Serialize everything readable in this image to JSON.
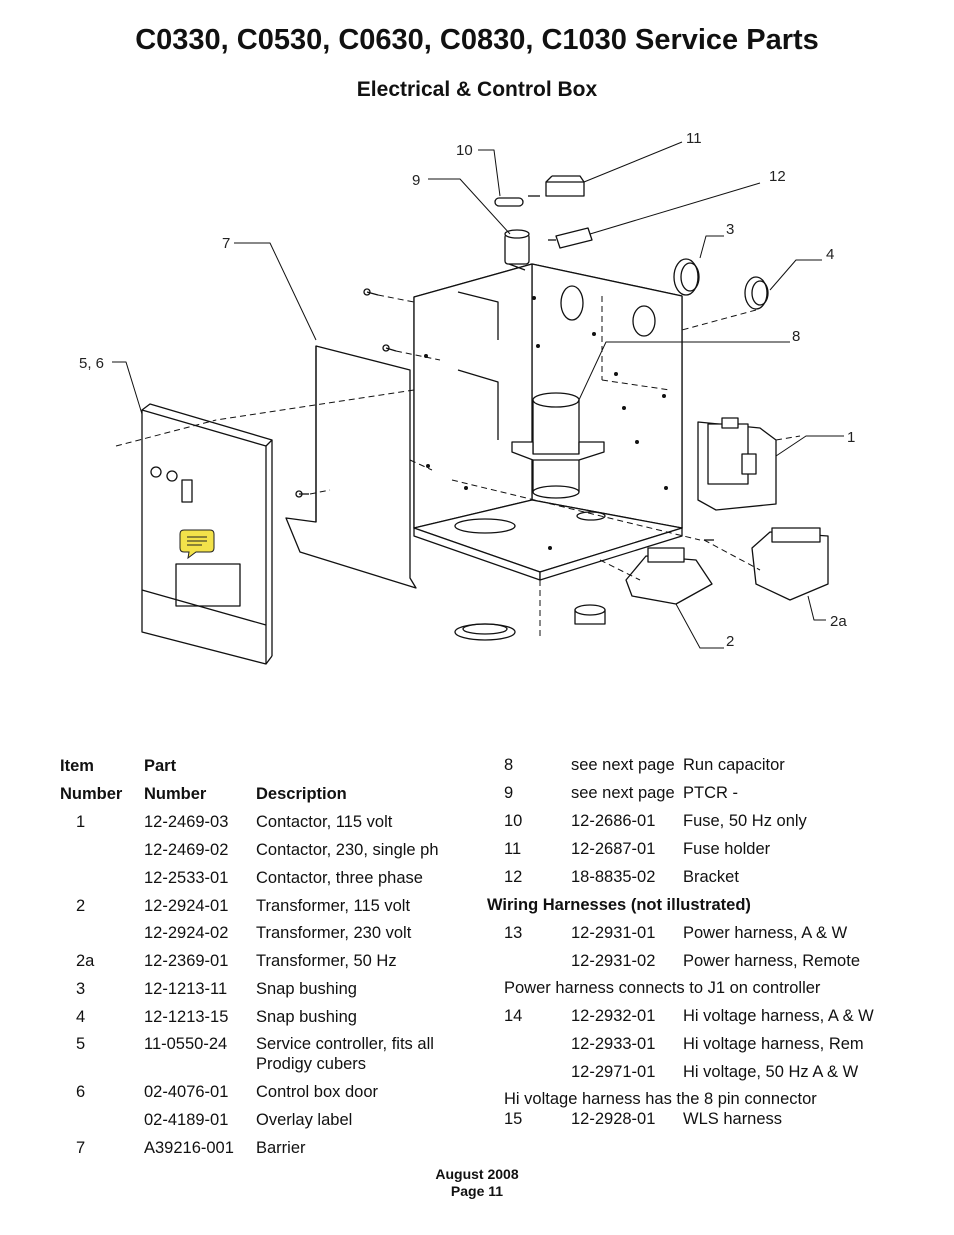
{
  "title": "C0330, C0530, C0630, C0830, C1030 Service Parts",
  "subtitle": "Electrical & Control Box",
  "diagram": {
    "callouts": [
      "10",
      "11",
      "9",
      "12",
      "3",
      "7",
      "4",
      "8",
      "5, 6",
      "1",
      "2a",
      "2"
    ]
  },
  "left_table": {
    "header_row1": {
      "item": "Item",
      "part": "Part"
    },
    "header_row2": {
      "item": "Number",
      "part": "Number",
      "desc": "Description"
    },
    "rows": [
      {
        "item": "1",
        "part": "12-2469-03",
        "desc": "Contactor, 115 volt"
      },
      {
        "item": "",
        "part": "12-2469-02",
        "desc": "Contactor, 230, single ph"
      },
      {
        "item": "",
        "part": "12-2533-01",
        "desc": "Contactor, three phase"
      },
      {
        "item": "2",
        "part": "12-2924-01",
        "desc": "Transformer, 115 volt"
      },
      {
        "item": "",
        "part": "12-2924-02",
        "desc": "Transformer, 230 volt"
      },
      {
        "item": "2a",
        "part": "12-2369-01",
        "desc": "Transformer, 50 Hz"
      },
      {
        "item": "3",
        "part": "12-1213-11",
        "desc": "Snap bushing"
      },
      {
        "item": "4",
        "part": "12-1213-15",
        "desc": "Snap bushing"
      },
      {
        "item": "5",
        "part": "11-0550-24",
        "desc": "Service controller, fits all",
        "desc2": "Prodigy cubers"
      },
      {
        "item": "6",
        "part": "02-4076-01",
        "desc": "Control box door"
      },
      {
        "item": "",
        "part": "02-4189-01",
        "desc": "Overlay label"
      },
      {
        "item": "7",
        "part": "A39216-001",
        "desc": "Barrier"
      }
    ]
  },
  "right_table": {
    "rows_top": [
      {
        "item": "8",
        "part": "see next page",
        "desc": "Run capacitor"
      },
      {
        "item": "9",
        "part": "see next page",
        "desc": "PTCR -"
      },
      {
        "item": "10",
        "part": "12-2686-01",
        "desc": "Fuse, 50 Hz only"
      },
      {
        "item": "11",
        "part": "12-2687-01",
        "desc": "Fuse holder"
      },
      {
        "item": "12",
        "part": "18-8835-02",
        "desc": "Bracket"
      }
    ],
    "section_heading": "Wiring Harnesses (not illustrated)",
    "rows_mid": [
      {
        "item": "13",
        "part": "12-2931-01",
        "desc": "Power harness, A & W"
      },
      {
        "item": "",
        "part": "12-2931-02",
        "desc": "Power harness, Remote"
      }
    ],
    "note1": "Power harness connects to J1 on controller",
    "rows_low": [
      {
        "item": "14",
        "part": "12-2932-01",
        "desc": "Hi voltage harness, A & W"
      },
      {
        "item": "",
        "part": "12-2933-01",
        "desc": "Hi voltage harness, Rem"
      },
      {
        "item": "",
        "part": "12-2971-01",
        "desc": "Hi voltage, 50 Hz A  & W"
      }
    ],
    "note2": "Hi voltage harness has the 8 pin connector",
    "rows_end": [
      {
        "item": "15",
        "part": "12-2928-01",
        "desc": "WLS harness"
      }
    ]
  },
  "footer": {
    "date": "August 2008",
    "page": "Page 11"
  }
}
